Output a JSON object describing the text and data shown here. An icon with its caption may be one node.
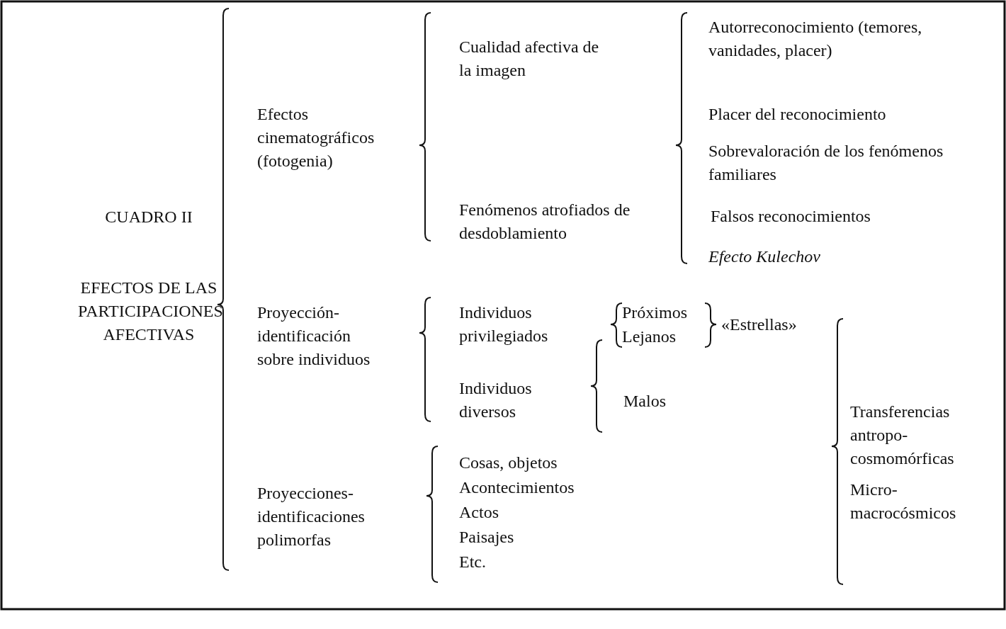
{
  "diagram": {
    "title": "CUADRO II",
    "labels": [
      "EFECTOS DE LAS PARTICIPACIONES AFECTIVAS",
      "Efectos cinematográficos (fotogenia)",
      "Proyección-identificación sobre individuos",
      "Proyecciones-identificaciones polimorfas",
      "Cualidad afectiva de la imagen",
      "Fenómenos atrofiados de desdoblamiento",
      "Individuos privilegiados",
      "Individuos diversos",
      "Cosas, objetos",
      "Acontecimientos",
      "Actos",
      "Paisajes",
      "Etc.",
      "Autorreconocimiento (temores, vanidades, placer)",
      "Placer del reconocimiento",
      "Sobrevaloración de los fenómenos familiares",
      "Falsos reconocimientos",
      "Efecto Kulechov",
      "Próximos",
      "Lejanos",
      "«Estrellas»",
      "Malos",
      "Transferencias antropo-cosmomórficas",
      "Micro-macrocósmicos"
    ]
  }
}
